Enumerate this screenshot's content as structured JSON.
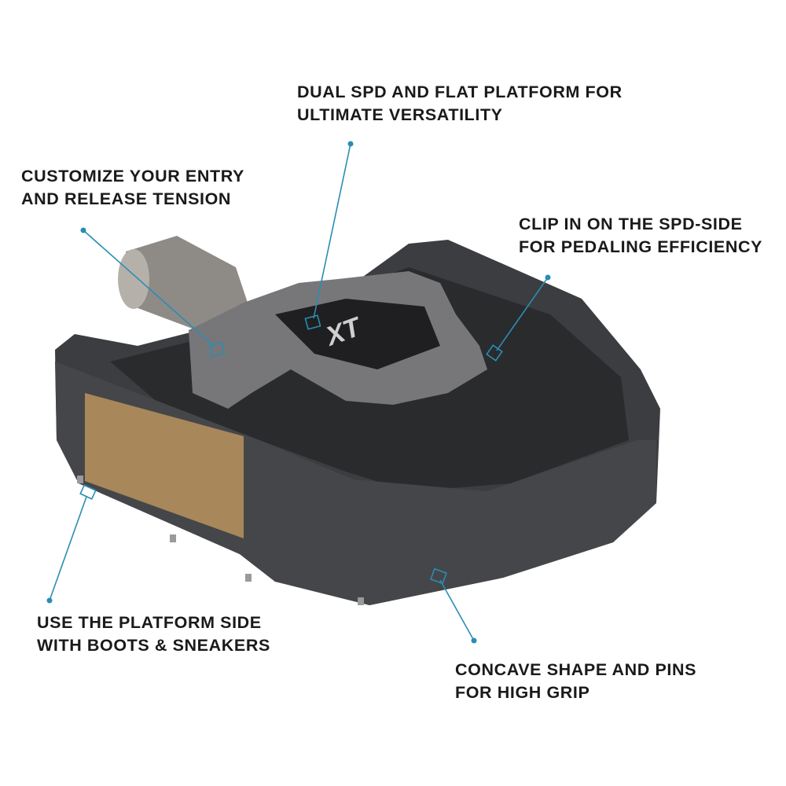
{
  "callouts": [
    {
      "line1": "DUAL SPD AND FLAT PLATFORM FOR",
      "line2": "ULTIMATE VERSATILITY"
    },
    {
      "line1": "CUSTOMIZE YOUR ENTRY",
      "line2": "AND RELEASE TENSION"
    },
    {
      "line1": "CLIP IN ON THE SPD-SIDE",
      "line2": "FOR PEDALING EFFICIENCY"
    },
    {
      "line1": "USE THE PLATFORM SIDE",
      "line2": "WITH BOOTS & SNEAKERS"
    },
    {
      "line1": "CONCAVE SHAPE AND PINS",
      "line2": "FOR HIGH GRIP"
    }
  ],
  "product": {
    "logo_text": "XT"
  },
  "colors": {
    "callout_line": "#2a8db3",
    "body": "#3a3b3d",
    "reflector": "#a8875a"
  }
}
